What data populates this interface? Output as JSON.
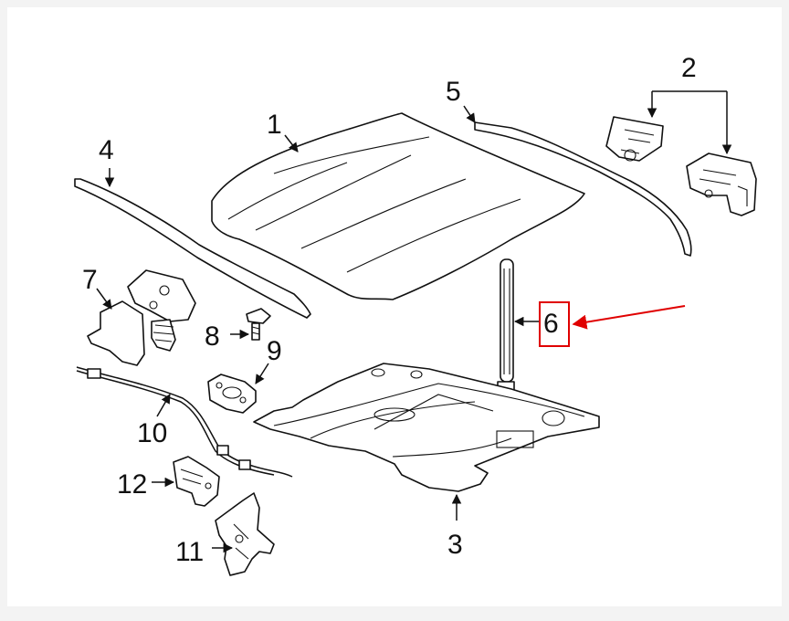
{
  "diagram": {
    "callouts": [
      {
        "id": "1",
        "label": "1"
      },
      {
        "id": "2",
        "label": "2"
      },
      {
        "id": "3",
        "label": "3"
      },
      {
        "id": "4",
        "label": "4"
      },
      {
        "id": "5",
        "label": "5"
      },
      {
        "id": "6",
        "label": "6"
      },
      {
        "id": "7",
        "label": "7"
      },
      {
        "id": "8",
        "label": "8"
      },
      {
        "id": "9",
        "label": "9"
      },
      {
        "id": "10",
        "label": "10"
      },
      {
        "id": "11",
        "label": "11"
      },
      {
        "id": "12",
        "label": "12"
      }
    ],
    "highlight": {
      "target": "6",
      "color": "#e00000"
    },
    "colors": {
      "background": "#f3f3f3",
      "canvas": "#ffffff",
      "line": "#111111"
    }
  }
}
